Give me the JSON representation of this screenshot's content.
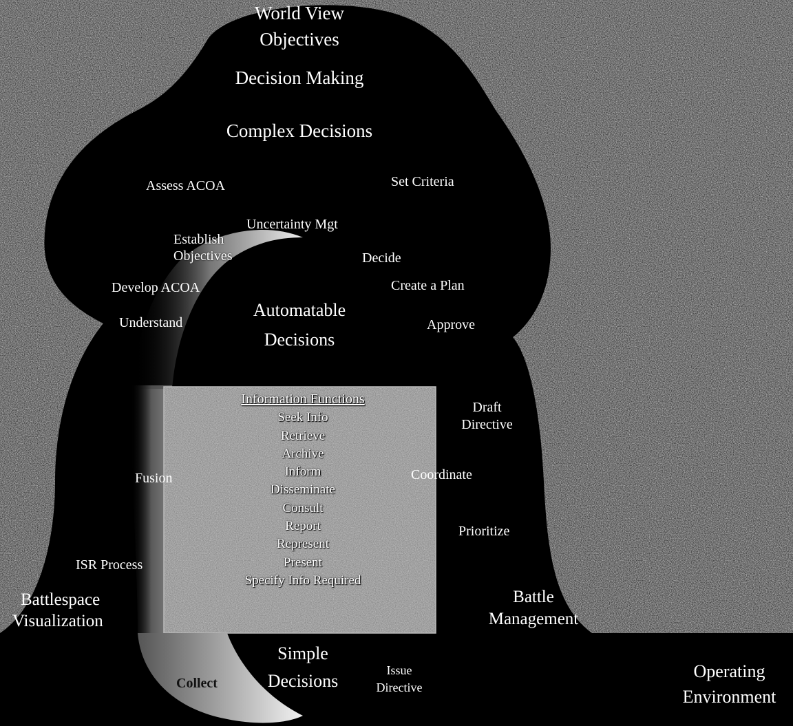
{
  "colors": {
    "background": "#000000",
    "noise_panel": "#8a8a8a",
    "text": "#ffffff"
  },
  "labels": {
    "world_view": "World View",
    "objectives": "Objectives",
    "decision_making": "Decision Making",
    "complex_decisions": "Complex Decisions",
    "assess_acoa": "Assess ACOA",
    "set_criteria": "Set Criteria",
    "uncertainty_mgt": "Uncertainty Mgt",
    "establish": "Establish",
    "objectives_node": "Objectives",
    "decide": "Decide",
    "develop_acoa": "Develop ACOA",
    "create_a_plan": "Create a Plan",
    "understand": "Understand",
    "automatable_line1": "Automatable",
    "automatable_line2": "Decisions",
    "approve": "Approve",
    "draft_line1": "Draft",
    "draft_line2": "Directive",
    "fusion": "Fusion",
    "coordinate": "Coordinate",
    "prioritize": "Prioritize",
    "isr_process": "ISR Process",
    "battlespace_line1": "Battlespace",
    "battlespace_line2": "Visualization",
    "battle_line1": "Battle",
    "battle_line2": "Management",
    "simple_line1": "Simple",
    "simple_line2": "Decisions",
    "collect": "Collect",
    "issue_line1": "Issue",
    "issue_line2": "Directive",
    "operating_line1": "Operating",
    "operating_line2": "Environment"
  },
  "info_functions": {
    "heading": "Information Functions",
    "items": [
      "Seek Info",
      "Retrieve",
      "Archive",
      "Inform",
      "Disseminate",
      "Consult",
      "Report",
      "Represent",
      "Present",
      "Specify Info Required"
    ]
  }
}
